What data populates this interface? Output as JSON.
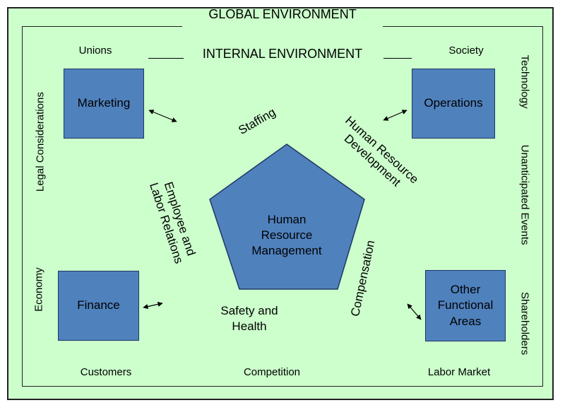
{
  "environment": {
    "global": "GLOBAL ENVIRONMENT",
    "internal": "INTERNAL ENVIRONMENT"
  },
  "external_factors": {
    "unions": "Unions",
    "society": "Society",
    "technology": "Technology",
    "unanticipated_events": "Unanticipated Events",
    "shareholders": "Shareholders",
    "legal_considerations": "Legal Considerations",
    "economy": "Economy",
    "customers": "Customers",
    "competition": "Competition",
    "labor_market": "Labor Market"
  },
  "functional_areas": {
    "marketing": "Marketing",
    "operations": "Operations",
    "finance": "Finance",
    "other_line1": "Other",
    "other_line2": "Functional",
    "other_line3": "Areas"
  },
  "center": {
    "line1": "Human",
    "line2": "Resource",
    "line3": "Management"
  },
  "hr_functions": {
    "staffing": "Staffing",
    "hrd_line1": "Human Resource",
    "hrd_line2": "Development",
    "compensation": "Compensation",
    "safety_line1": "Safety and",
    "safety_line2": "Health",
    "elr_line1": "Employee and",
    "elr_line2": "Labor Relations"
  },
  "colors": {
    "background": "#ccffcc",
    "box_fill": "#4f81bd",
    "box_border": "#1f3864"
  }
}
